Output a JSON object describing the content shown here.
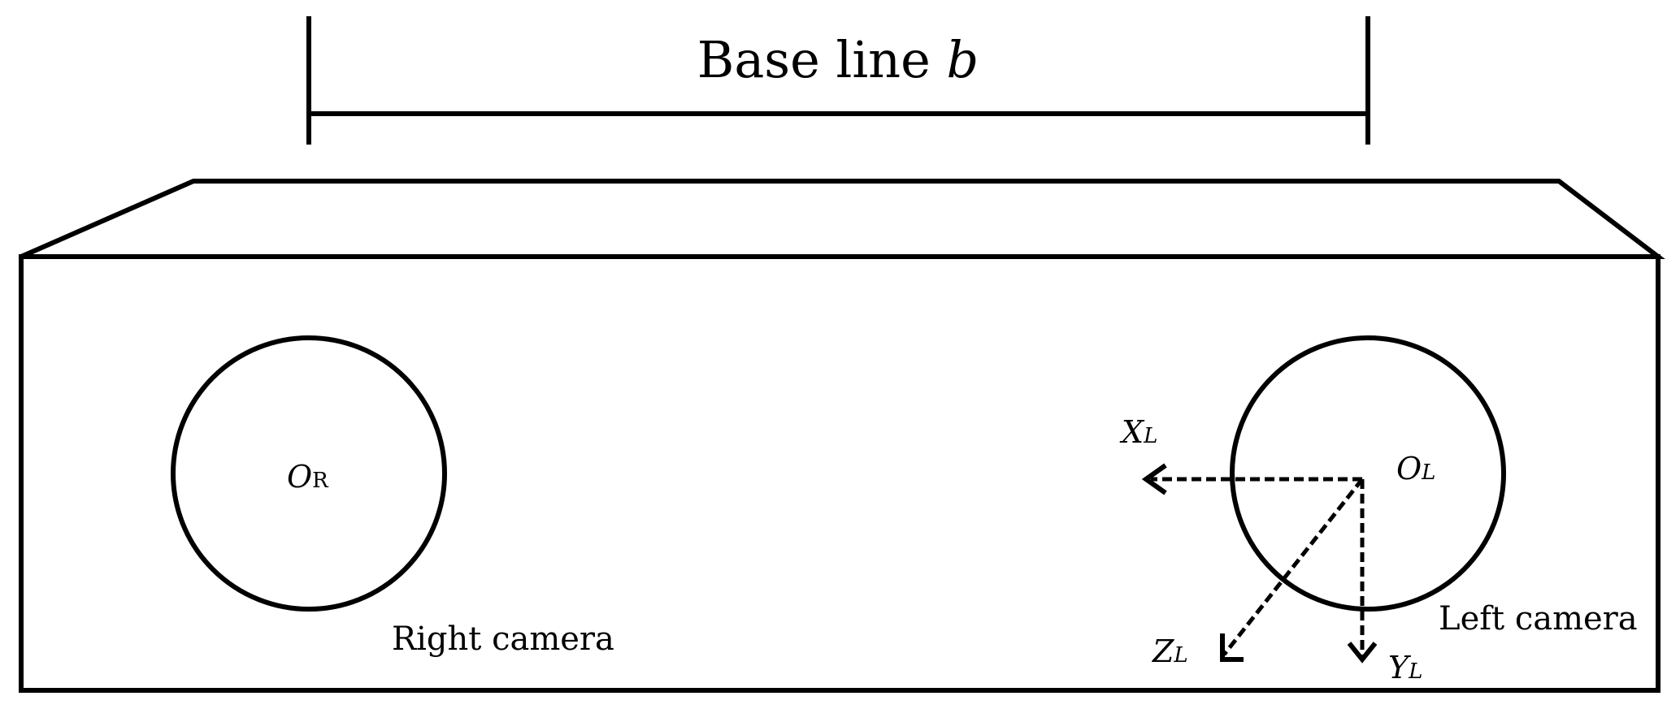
{
  "colors": {
    "stroke": "#000000",
    "background": "#ffffff"
  },
  "baseline": {
    "label": "Base line ",
    "symbol": "b"
  },
  "right_camera": {
    "center_symbol": "O",
    "center_subscript": "R",
    "label": "Right camera"
  },
  "left_camera": {
    "center_symbol": "O",
    "center_subscript": "L",
    "label": "Left camera"
  },
  "axes": {
    "x": {
      "symbol": "X",
      "subscript": "L"
    },
    "y": {
      "symbol": "Y",
      "subscript": "L"
    },
    "z": {
      "symbol": "Z",
      "subscript": "L"
    }
  }
}
